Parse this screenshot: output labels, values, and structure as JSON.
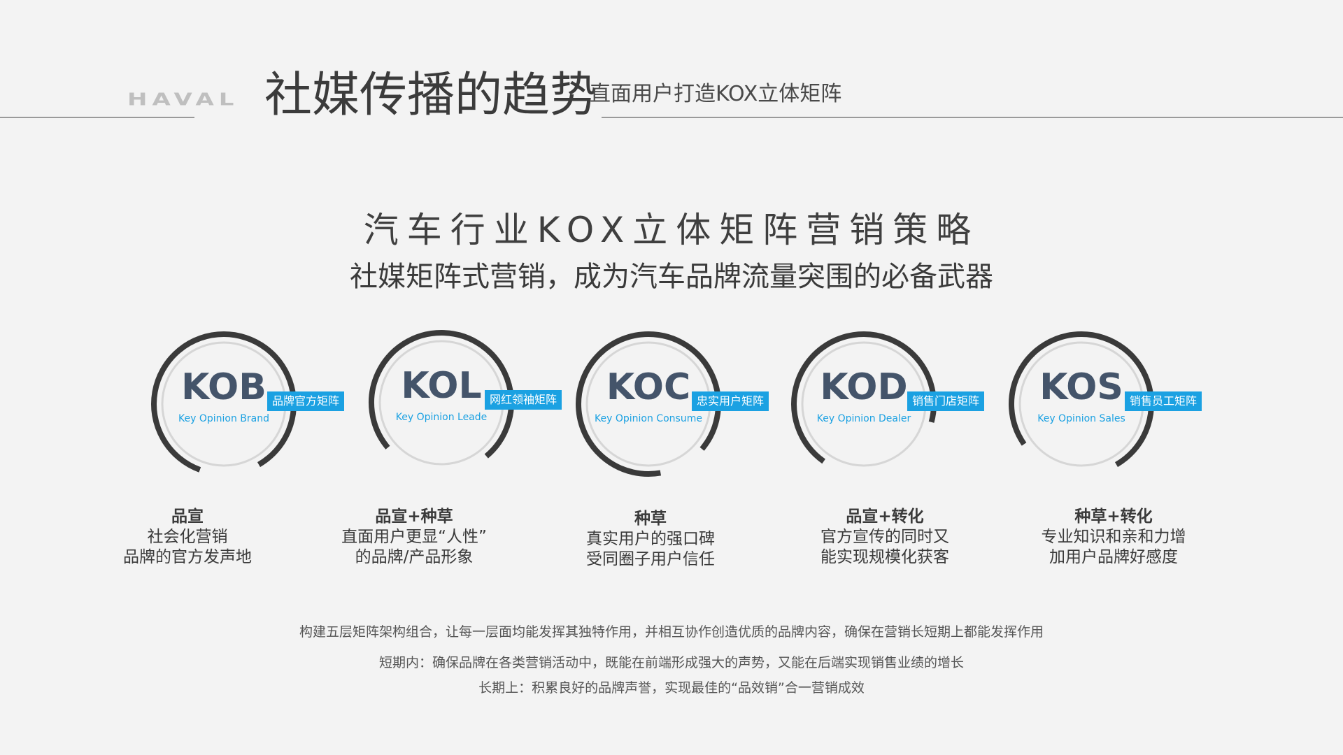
{
  "header": {
    "logo": "HAVAL",
    "title": "社媒传播的趋势",
    "subtitle": "直面用户打造KOX立体矩阵"
  },
  "headline": "汽车行业KOX立体矩阵营销策略",
  "subheadline": "社媒矩阵式营销，成为汽车品牌流量突围的必备武器",
  "kox": [
    {
      "code": "KOB",
      "full": "Key Opinion Brand",
      "tag": "品牌官方矩阵",
      "desc_title": "品宣",
      "desc_lines": [
        "社会化营销",
        "品牌的官方发声地"
      ]
    },
    {
      "code": "KOL",
      "full": "Key Opinion Leade",
      "tag": "网红领袖矩阵",
      "desc_title": "品宣+种草",
      "desc_lines": [
        "直面用户更显“人性”",
        "的品牌/产品形象"
      ]
    },
    {
      "code": "KOC",
      "full": "Key Opinion Consume",
      "tag": "忠实用户矩阵",
      "desc_title": "种草",
      "desc_lines": [
        "真实用户的强口碑",
        "受同圈子用户信任"
      ]
    },
    {
      "code": "KOD",
      "full": "Key Opinion Dealer",
      "tag": "销售门店矩阵",
      "desc_title": "品宣+转化",
      "desc_lines": [
        "官方宣传的同时又",
        "能实现规模化获客"
      ]
    },
    {
      "code": "KOS",
      "full": "Key Opinion Sales",
      "tag": "销售员工矩阵",
      "desc_title": "种草+转化",
      "desc_lines": [
        "专业知识和亲和力增",
        "加用户品牌好感度"
      ]
    }
  ],
  "footer": {
    "line1": "构建五层矩阵架构组合，让每一层面均能发挥其独特作用，并相互协作创造优质的品牌内容，确保在营销长短期上都能发挥作用",
    "line2": "短期内：确保品牌在各类营销活动中，既能在前端形成强大的声势，又能在后端实现销售业绩的增长",
    "line3": "长期上：积累良好的品牌声誉，实现最佳的“品效销”合一营销成效"
  },
  "colors": {
    "accent": "#1ba1e2",
    "code_text": "#44546a",
    "ring_dark": "#3a3a3a",
    "ring_light": "#d6d6d6",
    "background": "#f3f3f3"
  }
}
